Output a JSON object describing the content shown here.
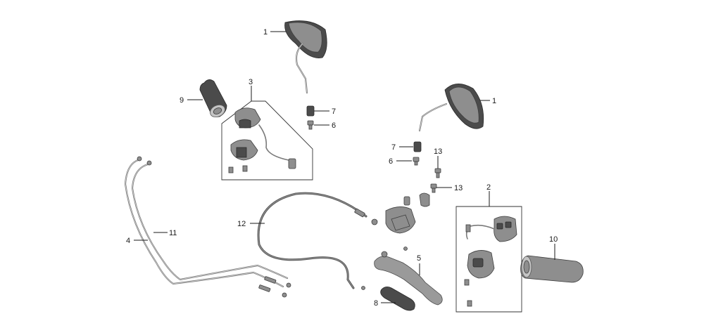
{
  "callouts": {
    "mirror_left": "1",
    "mirror_right": "1",
    "right_switch_assembly": "2",
    "left_switch_assembly": "3",
    "throttle_cable_a": "4",
    "brake_lever": "5",
    "screw_left": "6",
    "screw_right": "6",
    "nut_left": "7",
    "nut_right": "7",
    "lever_cover": "8",
    "grip_left": "9",
    "grip_right": "10",
    "throttle_cable_b": "11",
    "clutch_cable": "12",
    "bolt_upper": "13",
    "bolt_lower": "13"
  }
}
